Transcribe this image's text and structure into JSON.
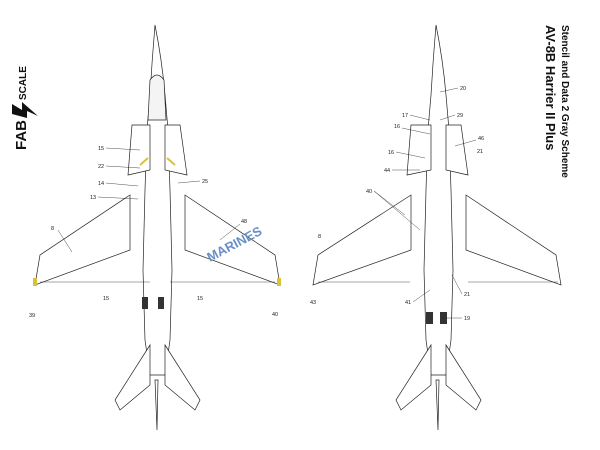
{
  "brand": {
    "left": "FAB",
    "right": "SCALE"
  },
  "title": {
    "line1": "AV-8B Harrier II Plus",
    "line2": "Stencil and Data 2 Gray Scheme"
  },
  "marking": {
    "text": "MARINES",
    "color": "#6a8fc6"
  },
  "colors": {
    "outline": "#222222",
    "fill": "#ffffff",
    "accent_yellow": "#d9c23a",
    "stencil_dark": "#333333"
  },
  "left_view": {
    "callouts": [
      "15",
      "22",
      "14",
      "13",
      "25",
      "8",
      "48",
      "15",
      "15",
      "39",
      "40"
    ]
  },
  "right_view": {
    "callouts": [
      "20",
      "17",
      "29",
      "16",
      "46",
      "16",
      "44",
      "21",
      "40",
      "8",
      "43",
      "41",
      "21",
      "19"
    ]
  }
}
